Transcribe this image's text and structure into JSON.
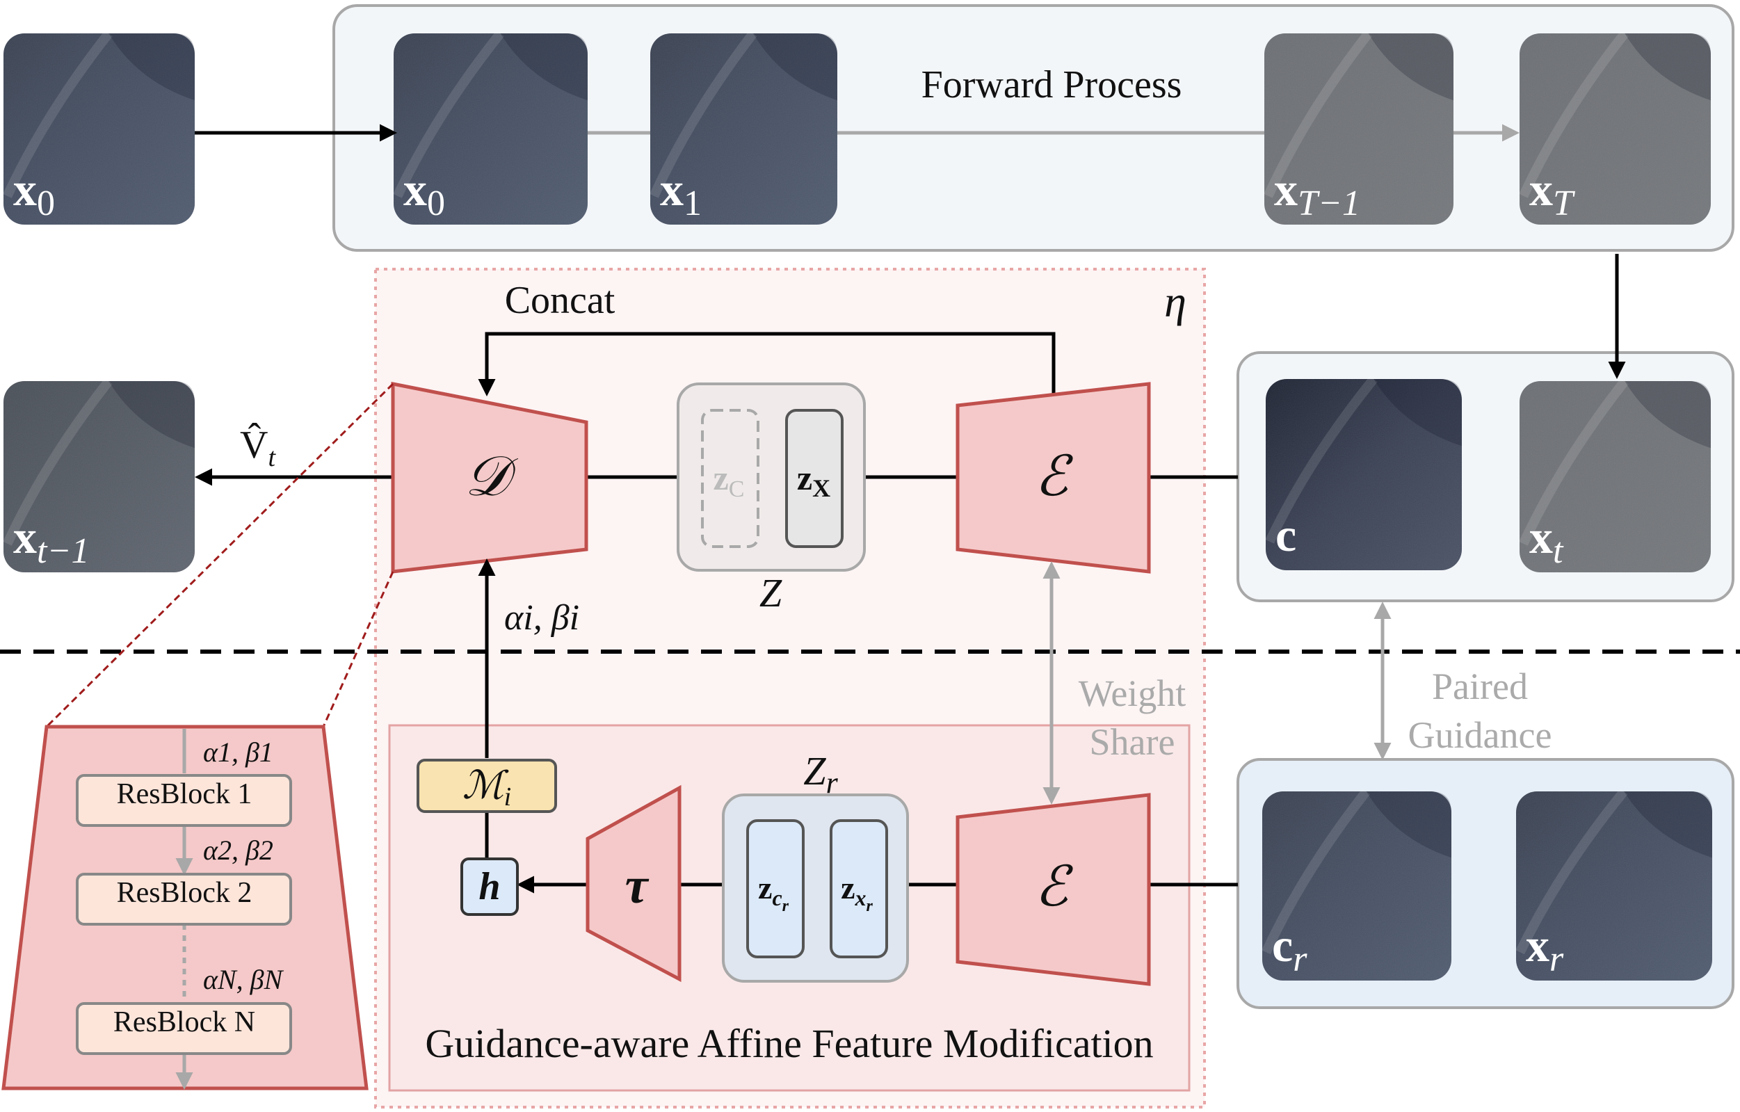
{
  "labels": {
    "forward_process": "Forward Process",
    "concat": "Concat",
    "eta": "η",
    "weight": "Weight",
    "share": "Share",
    "paired": "Paired",
    "guidance": "Guidance",
    "gafm": "Guidance-aware Affine Feature Modification",
    "v_hat": "V̂",
    "v_sub": "t",
    "alpha_beta_i": "αi, βi",
    "Z": "Z",
    "Zr_main": "Z",
    "Zr_sub": "r",
    "decoder": "𝒟",
    "encoder": "ℰ",
    "tau": "τ",
    "h": "h",
    "M_main": "ℳ",
    "M_sub": "i"
  },
  "images": {
    "x0_in": {
      "main": "x",
      "sub": "0"
    },
    "x0": {
      "main": "x",
      "sub": "0"
    },
    "x1": {
      "main": "x",
      "sub": "1"
    },
    "xT1": {
      "main": "x",
      "sub": "T−1"
    },
    "xT": {
      "main": "x",
      "sub": "T"
    },
    "xt1": {
      "main": "x",
      "sub": "t−1"
    },
    "c": {
      "main": "c",
      "sub": ""
    },
    "xt": {
      "main": "x",
      "sub": "t"
    },
    "cr": {
      "main": "c",
      "sub": "r"
    },
    "xr": {
      "main": "x",
      "sub": "r"
    }
  },
  "latents": {
    "zc": {
      "main": "z",
      "sub": "C"
    },
    "zx": {
      "main": "z",
      "sub": "X"
    },
    "zcr": {
      "main": "z",
      "sub": "c",
      "subsub": "r"
    },
    "zxr": {
      "main": "z",
      "sub": "x",
      "subsub": "r"
    }
  },
  "resblocks": {
    "b1": "ResBlock 1",
    "b2": "ResBlock 2",
    "bN": "ResBlock N",
    "ab1": "α1, β1",
    "ab2": "α2, β2",
    "abN": "αN, βN"
  },
  "colors": {
    "pink_fill": "#f5c9c9",
    "pink_stroke": "#c0504d",
    "light_pink_bg": "#fbecec",
    "blue_bg": "#e6eef7",
    "light_bg": "#f3f6f9",
    "gray_line": "#a8a8a8",
    "gold": "#f9e3b0",
    "light_blue": "#dbe9f8"
  }
}
